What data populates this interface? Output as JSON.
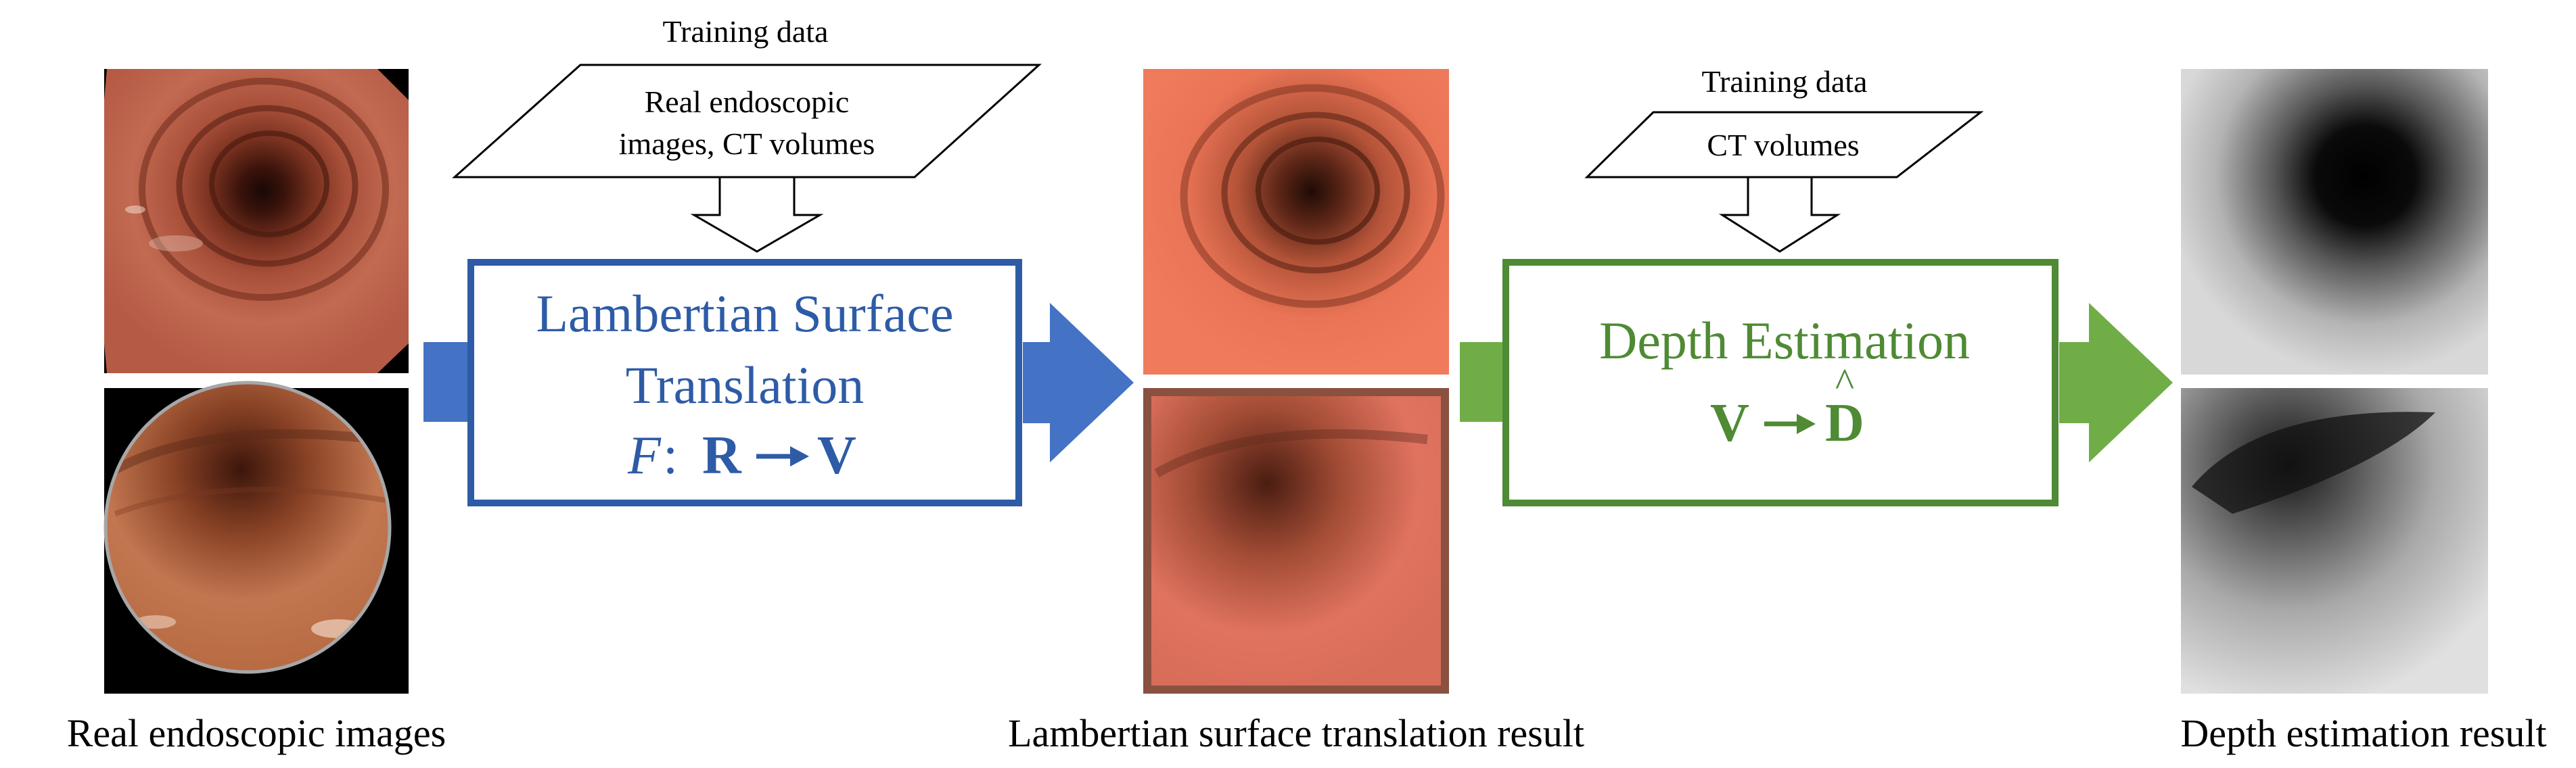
{
  "left_column": {
    "caption": "Real endoscopic images"
  },
  "middle_column": {
    "caption": "Lambertian surface translation result"
  },
  "right_column": {
    "caption": "Depth estimation result"
  },
  "stage1": {
    "training_label": "Training data",
    "training_text_line1": "Real endoscopic",
    "training_text_line2": "images, CT volumes",
    "box_title_line1": "Lambertian Surface",
    "box_title_line2": "Translation",
    "formula_function": "F",
    "formula_colon": ":",
    "formula_input": "R",
    "formula_output": "V",
    "color": "#2e5ba6",
    "arrow_color": "#4472c4"
  },
  "stage2": {
    "training_label": "Training data",
    "training_text": "CT volumes",
    "box_title": "Depth Estimation",
    "formula_input": "V",
    "formula_output": "D",
    "formula_hat": "^",
    "color": "#4f8a34",
    "arrow_color": "#70ad47"
  }
}
